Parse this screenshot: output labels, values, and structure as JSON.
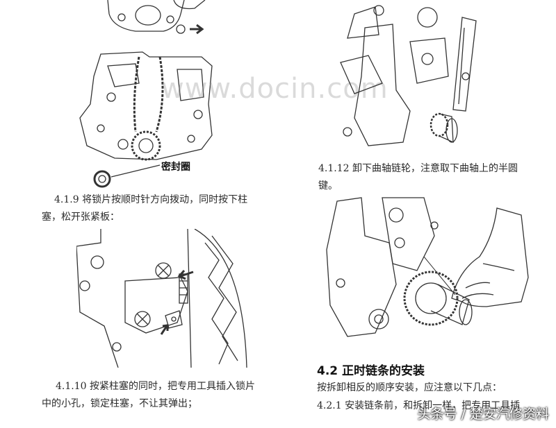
{
  "watermark": "www.docin.com",
  "figure_labels": {
    "seal": "密封圈"
  },
  "steps": {
    "s419": {
      "line1": "4.1.9 将锁片按顺时针方向拨动，同时按下柱",
      "line2": "塞，松开张紧板："
    },
    "s4110": {
      "line1": "4.1.10 按紧柱塞的同时，把专用工具插入锁片",
      "line2": "中的小孔，锁定柱塞，不让其弹出；"
    },
    "s4112": {
      "line1": "4.1.12 卸下曲轴链轮，注意取下曲轴上的半圆",
      "line2": "键。"
    }
  },
  "section": {
    "heading": "4.2 正时链条的安装",
    "intro": "按拆卸相反的顺序安装，应注意以下几点：",
    "s421_partial": "4.2.1 安装链条前，和拆卸一样，把专用工具插"
  },
  "credit": "头条号 / 楚安汽修资料"
}
